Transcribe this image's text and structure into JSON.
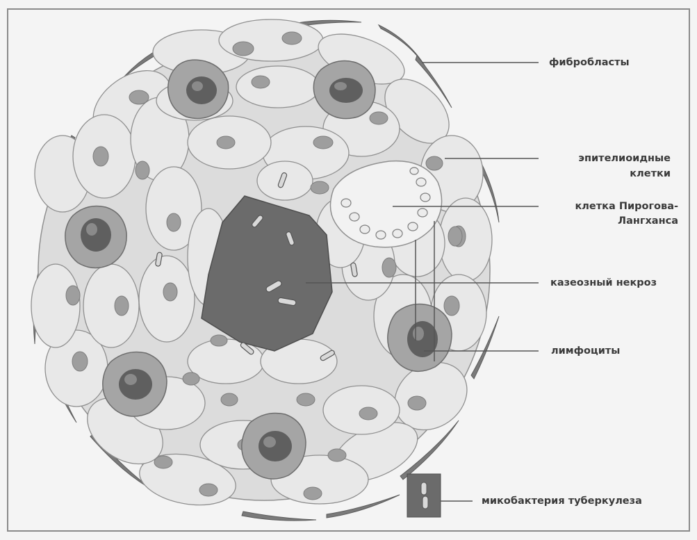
{
  "labels": {
    "fibroblasts": "фибробласты",
    "epithelioid_line1": "эпителиоидные",
    "epithelioid_line2": "клетки",
    "pirogov_line1": "клетка Пирогова-",
    "pirogov_line2": "Лангханса",
    "caseous": "казеозный некроз",
    "lymphocytes": "лимфоциты",
    "mycobacterium": "микобактерия туберкулеза"
  },
  "colors": {
    "background": "#f4f4f4",
    "cell_fill": "#e6e6e6",
    "cell_stroke": "#8f8f8f",
    "nucleus": "#9e9e9e",
    "necrosis": "#6b6b6b",
    "fibroblast": "#7a7a7a",
    "lymphocyte_body": "#a5a5a5",
    "lymphocyte_nucleus": "#5f5f5f",
    "leader_line": "#555555"
  }
}
